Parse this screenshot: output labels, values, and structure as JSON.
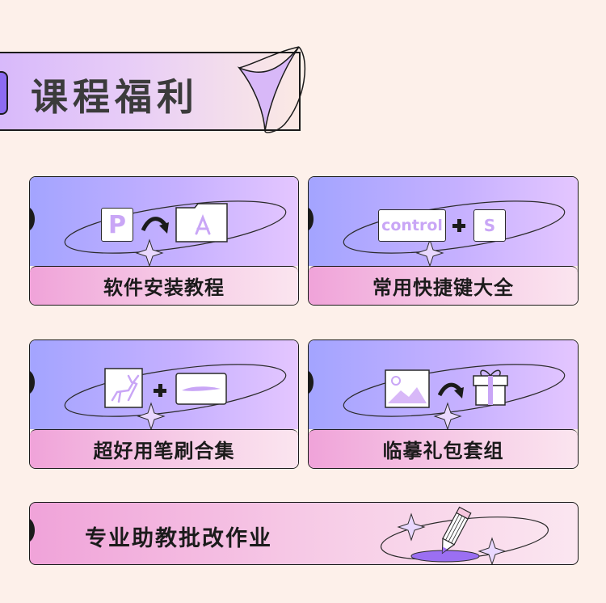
{
  "header": {
    "title": "课程福利"
  },
  "cards": [
    {
      "label": "软件安装教程",
      "icon_left": "P",
      "icon_right": "app-store-icon"
    },
    {
      "label": "常用快捷键大全",
      "key_left": "control",
      "key_right": "S"
    },
    {
      "label": "超好用笔刷合集",
      "icon_left": "deer-icon",
      "icon_right": "brush-stroke-icon"
    },
    {
      "label": "临摹礼包套组",
      "icon_left": "image-icon",
      "icon_right": "gift-icon"
    }
  ],
  "wide_card": {
    "label": "专业助教批改作业",
    "icon": "pencil-icon"
  },
  "colors": {
    "accent": "#8d6bf2",
    "lilac": "#c9a6f6",
    "ink": "#1b1b1b"
  }
}
